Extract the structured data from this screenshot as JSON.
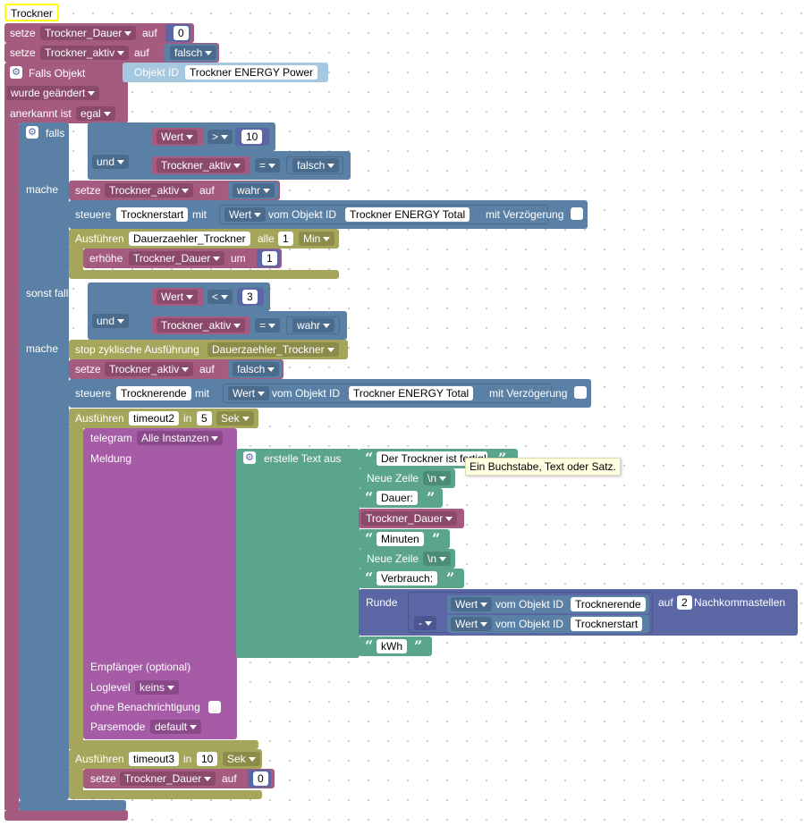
{
  "workspace": {
    "title": "Trockner"
  },
  "init": {
    "set1": {
      "setze": "setze",
      "var": "Trockner_Dauer",
      "auf": "auf",
      "value": "0"
    },
    "set2": {
      "setze": "setze",
      "var": "Trockner_aktiv",
      "auf": "auf",
      "value": "falsch"
    }
  },
  "trigger": {
    "label": "Falls Objekt",
    "objekt_id_label": "Objekt ID",
    "objekt_id": "Trockner ENERGY  Power",
    "changed": "wurde geändert",
    "ack_label": "anerkannt ist",
    "ack_value": "egal"
  },
  "if_block": {
    "falls": "falls",
    "sonst_falls": "sonst falls",
    "mache": "mache",
    "cond1": {
      "wert": "Wert",
      "op": ">",
      "num": "10",
      "und": "und",
      "var": "Trockner_aktiv",
      "eq": "=",
      "val": "falsch"
    },
    "do1": {
      "set": {
        "setze": "setze",
        "var": "Trockner_aktiv",
        "auf": "auf",
        "value": "wahr"
      },
      "control": {
        "steuere": "steuere",
        "obj": "Trocknerstart",
        "mit": "mit",
        "wert": "Wert",
        "vom": "vom Objekt ID",
        "src": "Trockner ENERGY  Total",
        "delay": "mit Verzögerung"
      },
      "interval": {
        "label": "Ausführen",
        "name": "Dauerzaehler_Trockner",
        "alle": "alle",
        "n": "1",
        "unit": "Min"
      },
      "inc": {
        "label": "erhöhe",
        "var": "Trockner_Dauer",
        "um": "um",
        "n": "1"
      }
    },
    "cond2": {
      "wert": "Wert",
      "op": "<",
      "num": "3",
      "und": "und",
      "var": "Trockner_aktiv",
      "eq": "=",
      "val": "wahr"
    },
    "do2": {
      "stop": {
        "label": "stop zyklische Ausführung",
        "name": "Dauerzaehler_Trockner"
      },
      "set": {
        "setze": "setze",
        "var": "Trockner_aktiv",
        "auf": "auf",
        "value": "falsch"
      },
      "control": {
        "steuere": "steuere",
        "obj": "Trocknerende",
        "mit": "mit",
        "wert": "Wert",
        "vom": "vom Objekt ID",
        "src": "Trockner ENERGY  Total",
        "delay": "mit Verzögerung"
      },
      "timeout2": {
        "label": "Ausführen",
        "name": "timeout2",
        "in": "in",
        "n": "5",
        "unit": "Sek"
      },
      "telegram": {
        "label": "telegram",
        "instance": "Alle Instanzen",
        "meldung": "Meldung",
        "empf": "Empfänger (optional)",
        "loglevel": "Loglevel",
        "loglevel_value": "keins",
        "silent": "ohne Benachrichtigung",
        "parsemode": "Parsemode",
        "parsemode_value": "default"
      },
      "text": {
        "label": "erstelle Text aus",
        "t1": "Der Trockner ist fertig!",
        "newline_label": "Neue Zeile",
        "newline_value": "\\n",
        "t2": "Dauer:",
        "var": "Trockner_Dauer",
        "t3": "Minuten",
        "t4": "Verbrauch:",
        "t5": "kWh"
      },
      "round": {
        "label": "Runde",
        "auf": "auf",
        "digits": "2",
        "nach": "Nachkommastellen",
        "op": "-",
        "wert": "Wert",
        "vom": "vom Objekt ID",
        "obj1": "Trocknerende",
        "obj2": "Trocknerstart"
      },
      "timeout3": {
        "label": "Ausführen",
        "name": "timeout3",
        "in": "in",
        "n": "10",
        "unit": "Sek"
      },
      "set_end": {
        "setze": "setze",
        "var": "Trockner_Dauer",
        "auf": "auf",
        "value": "0"
      }
    }
  },
  "tooltip": "Ein Buchstabe, Text oder Satz.",
  "colors": {
    "variables": "#a55b80",
    "logic": "#5b80a5",
    "timeouts": "#a5a55b",
    "text": "#5ba58c",
    "math": "#5b67a5",
    "messaging": "#a55ba5",
    "workspace_bg": "#ffffff"
  }
}
